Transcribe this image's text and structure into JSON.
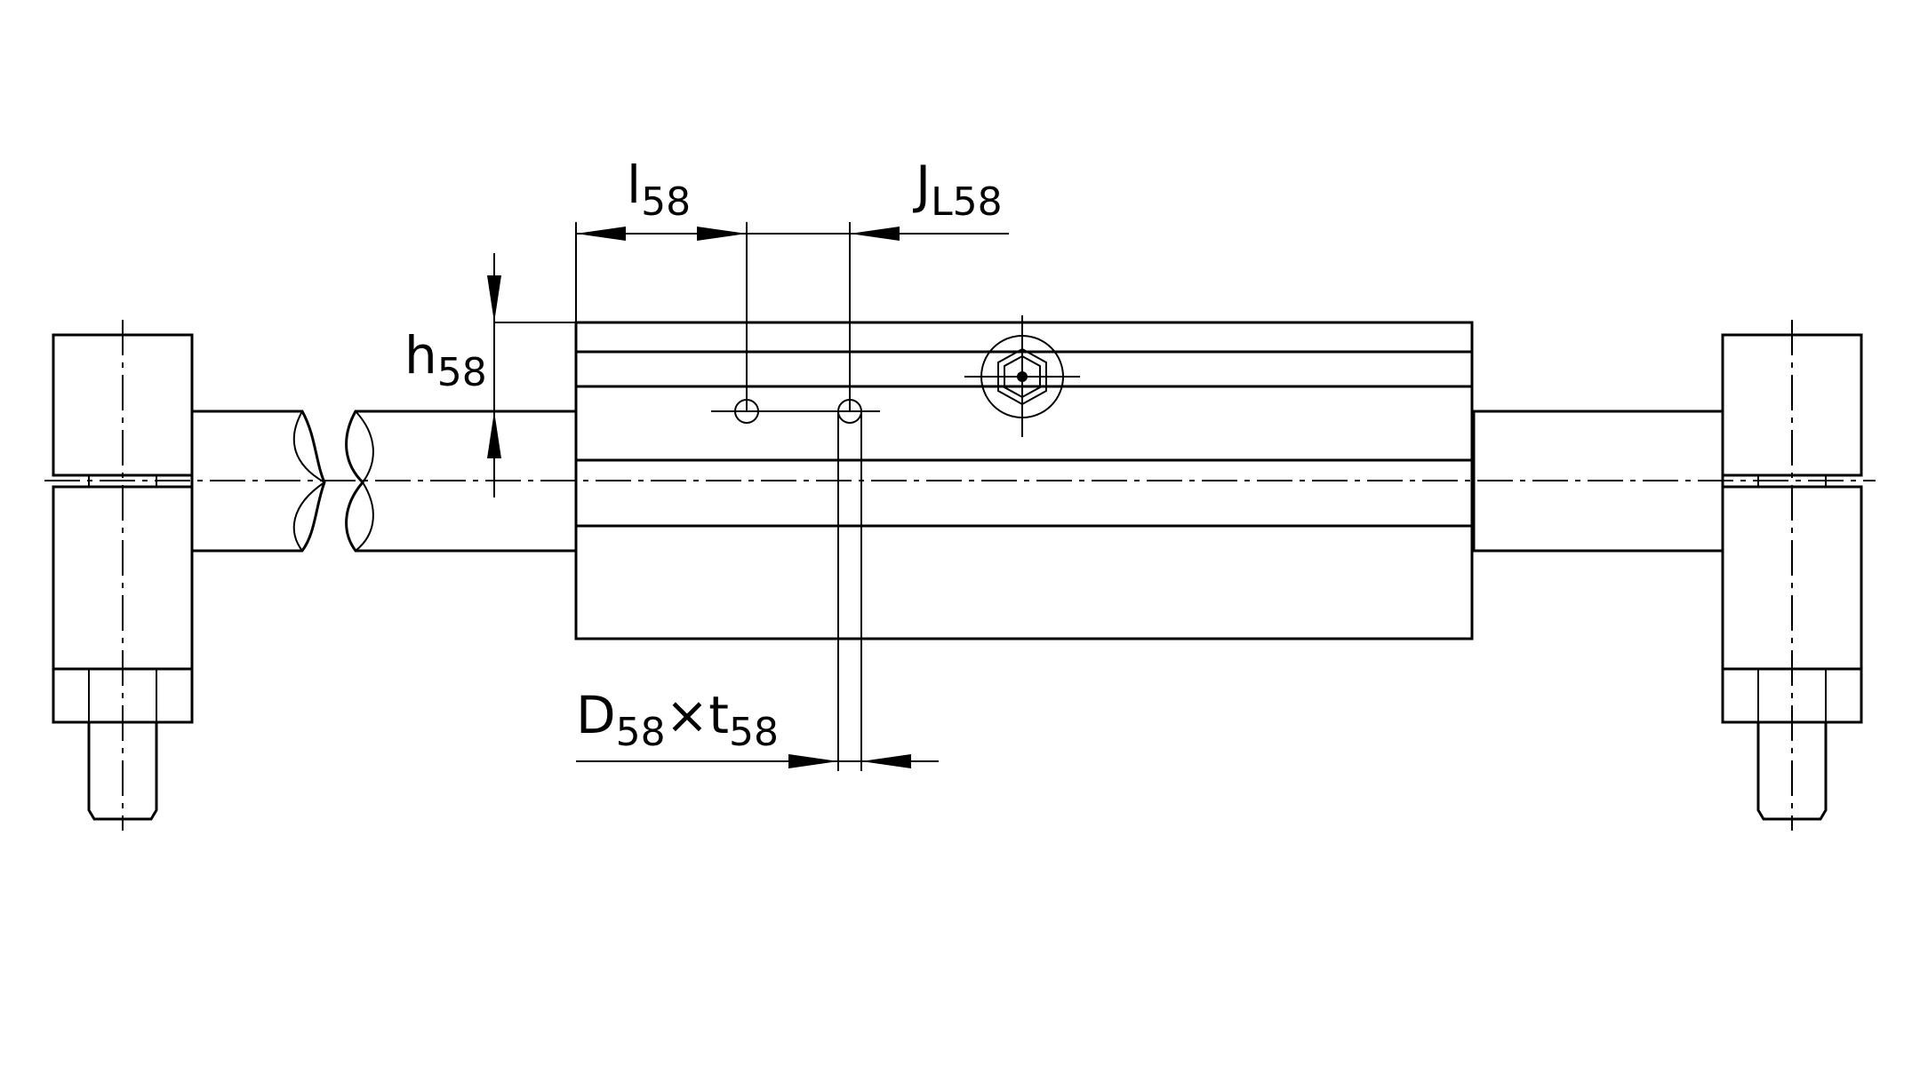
{
  "labels": {
    "l": {
      "main": "l",
      "sub": "58"
    },
    "j": {
      "main": "J",
      "sub": "L58"
    },
    "h": {
      "main": "h",
      "sub": "58"
    },
    "dt": {
      "main1": "D",
      "sub1": "58",
      "times": "×",
      "main2": "t",
      "sub2": "58"
    }
  },
  "colors": {
    "steel_light": "#eef6f9",
    "steel_mid": "#cfe2ea",
    "shaft_light": "#f2f2f2",
    "shaft_dark": "#9a9a9a",
    "line": "#000000"
  },
  "icons": {
    "lube_nipple": "hex-lube-nipple-icon"
  }
}
